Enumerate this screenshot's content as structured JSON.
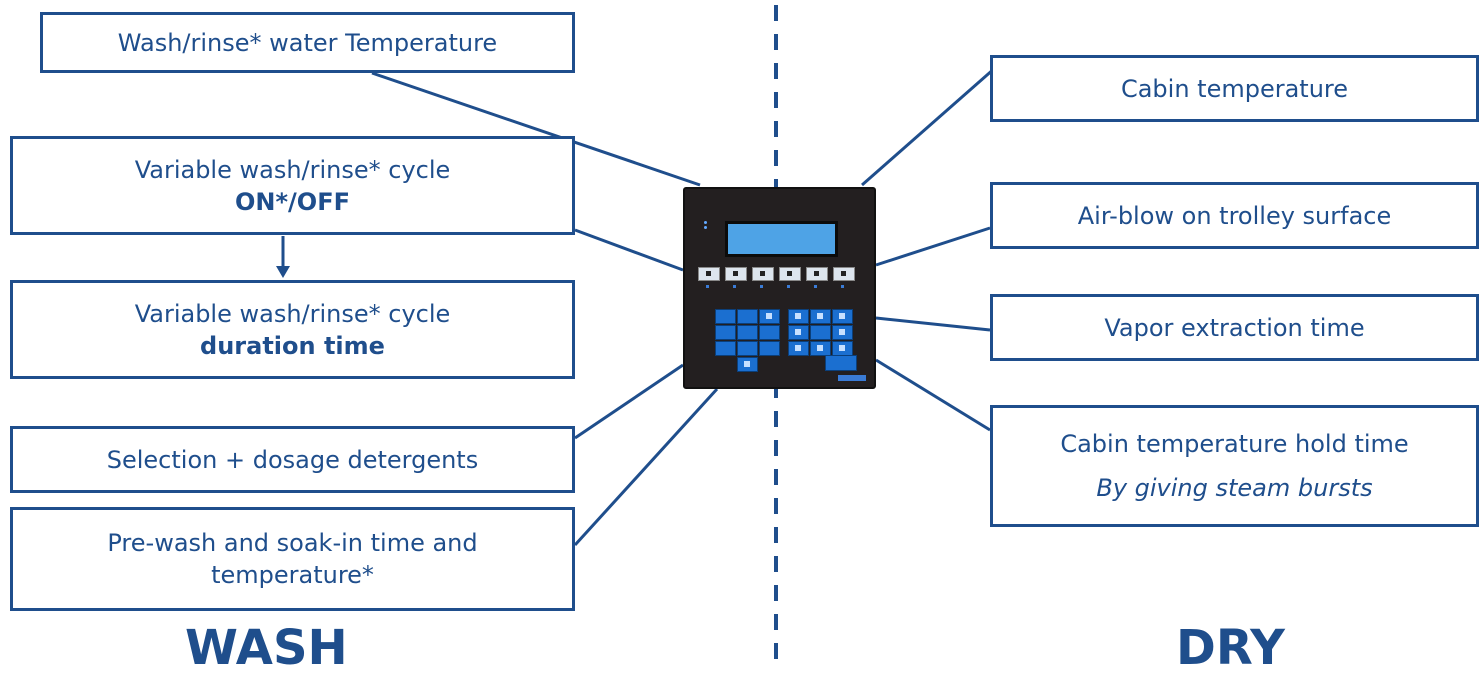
{
  "wash": {
    "title": "WASH",
    "items": [
      {
        "id": "water-temp",
        "lines": [
          {
            "text": "Wash/rinse* water Temperature",
            "style": "normal"
          }
        ]
      },
      {
        "id": "variable-cycle-onoff",
        "lines": [
          {
            "text": "Variable wash/rinse* cycle",
            "style": "normal"
          },
          {
            "text": "ON*/OFF",
            "style": "bold"
          }
        ]
      },
      {
        "id": "variable-cycle-duration",
        "lines": [
          {
            "text": "Variable wash/rinse* cycle",
            "style": "normal"
          },
          {
            "text": "duration time",
            "style": "bold"
          }
        ]
      },
      {
        "id": "detergents",
        "lines": [
          {
            "text": "Selection + dosage detergents",
            "style": "normal"
          }
        ]
      },
      {
        "id": "prewash",
        "lines": [
          {
            "text": "Pre-wash and soak-in time and",
            "style": "normal"
          },
          {
            "text": "temperature*",
            "style": "normal"
          }
        ]
      }
    ]
  },
  "dry": {
    "title": "DRY",
    "items": [
      {
        "id": "cabin-temp",
        "lines": [
          {
            "text": "Cabin temperature",
            "style": "normal"
          }
        ]
      },
      {
        "id": "air-blow",
        "lines": [
          {
            "text": "Air-blow on trolley surface",
            "style": "normal"
          }
        ]
      },
      {
        "id": "vapor-extraction",
        "lines": [
          {
            "text": "Vapor extraction time",
            "style": "normal"
          }
        ]
      },
      {
        "id": "cabin-hold",
        "lines": [
          {
            "text": "Cabin temperature hold time",
            "style": "normal"
          },
          {
            "text": "By giving steam bursts",
            "style": "italic"
          }
        ]
      }
    ]
  },
  "colors": {
    "accent": "#1f4e8c",
    "panel": "#231f20",
    "keys": "#1b6fd0",
    "lcd": "#4ea3e6"
  },
  "device": {
    "name": "control-panel"
  }
}
